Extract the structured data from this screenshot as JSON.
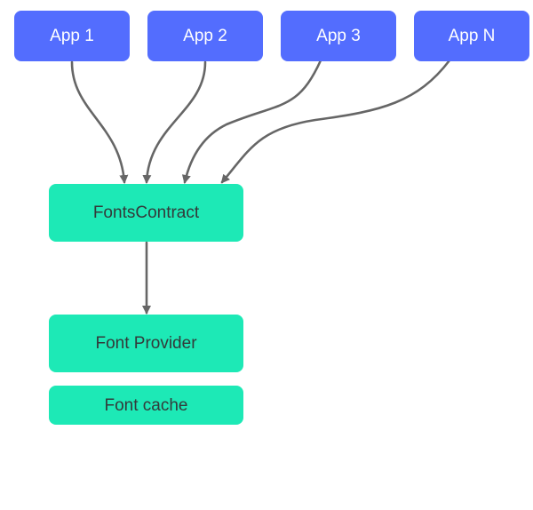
{
  "colors": {
    "app_node": "#536dfe",
    "system_node": "#1de9b6",
    "connector": "#666666"
  },
  "diagram": {
    "apps": [
      {
        "label": "App 1"
      },
      {
        "label": "App 2"
      },
      {
        "label": "App 3"
      },
      {
        "label": "App N"
      }
    ],
    "fonts_contract": {
      "label": "FontsContract"
    },
    "font_provider": {
      "label": "Font Provider"
    },
    "font_cache": {
      "label": "Font cache"
    }
  }
}
